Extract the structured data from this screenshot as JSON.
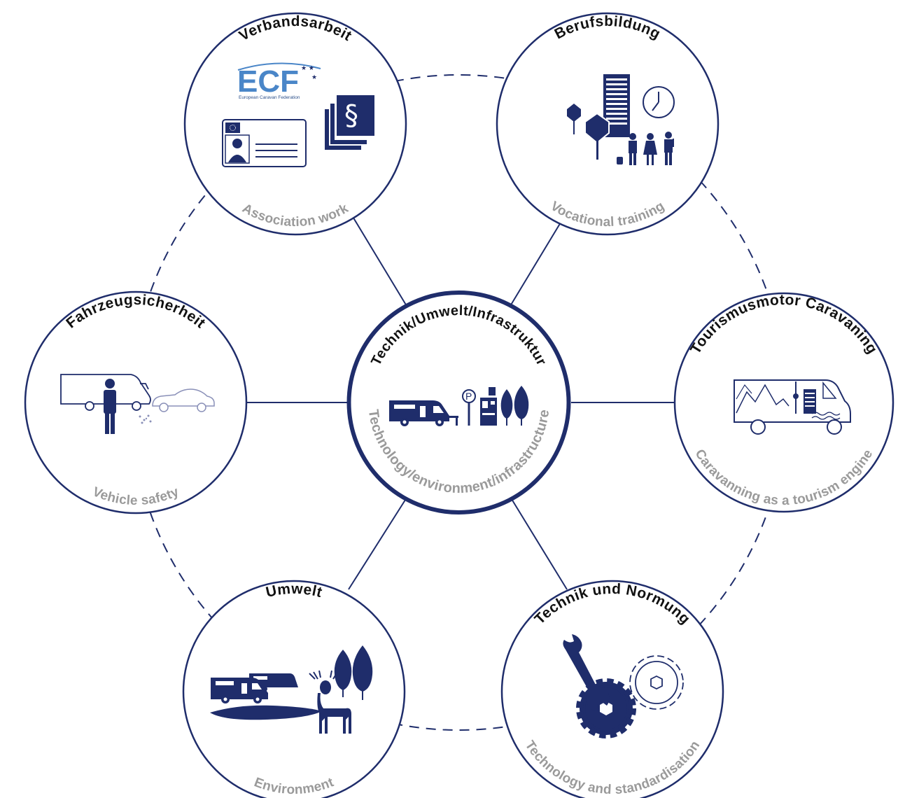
{
  "colors": {
    "navy": "#1f2d6b",
    "gray_text": "#9a9a9a",
    "ecf_blue": "#4a86c8"
  },
  "center": {
    "title": "Technik/Umwelt/Infrastruktur",
    "subtitle": "Technology/environment/infrastructure",
    "icons": [
      "motorhome-icon",
      "parking-sign-icon",
      "service-station-icon",
      "trees-icon"
    ]
  },
  "nodes": [
    {
      "id": "association",
      "title": "Verbandsarbeit",
      "subtitle": "Association work",
      "icons": [
        "ecf-logo",
        "id-card-icon",
        "paragraph-documents-icon"
      ]
    },
    {
      "id": "training",
      "title": "Berufsbildung",
      "subtitle": "Vocational training",
      "icons": [
        "building-icon",
        "clock-icon",
        "trees-icon",
        "people-icon"
      ]
    },
    {
      "id": "safety",
      "title": "Fahrzeugsicherheit",
      "subtitle": "Vehicle safety",
      "icons": [
        "motorhome-crash-icon",
        "person-icon",
        "car-icon"
      ]
    },
    {
      "id": "tourism",
      "title": "Tourismusmotor Caravaning",
      "subtitle": "Caravanning as a tourism engine",
      "icons": [
        "van-landscape-icon"
      ]
    },
    {
      "id": "environment",
      "title": "Umwelt",
      "subtitle": "Environment",
      "icons": [
        "caravans-icon",
        "deer-icon",
        "trees-icon"
      ]
    },
    {
      "id": "technology",
      "title": "Technik und Normung",
      "subtitle": "Technology and standardisation",
      "icons": [
        "wrench-icon",
        "gear-icon"
      ]
    }
  ],
  "ecf_logo": {
    "text": "ECF",
    "tagline": "European Caravan Federation"
  }
}
